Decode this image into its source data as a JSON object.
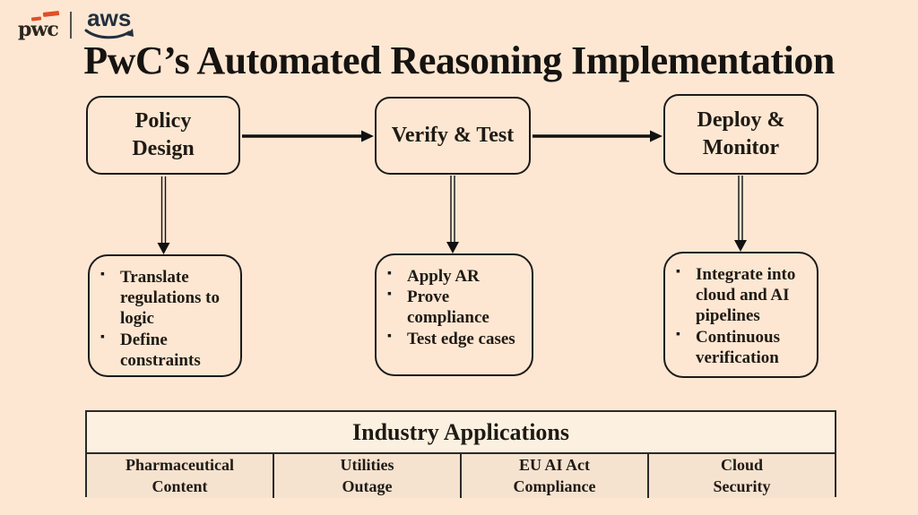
{
  "colors": {
    "background": "#fde7d2",
    "box_border": "#1b1b1b",
    "table_header_bg": "#fcf1e1",
    "table_cell_bg": "#f5e2cf",
    "pwc_orange": "#e04f27",
    "aws_dark": "#232f3e"
  },
  "logos": {
    "pwc_text": "pwc",
    "aws_text": "aws"
  },
  "title": "PwC’s Automated Reasoning Implementation",
  "stages": [
    {
      "label": "Policy\nDesign",
      "details": [
        "Translate regulations to logic",
        "Define constraints"
      ]
    },
    {
      "label": "Verify & Test",
      "details": [
        "Apply AR",
        "Prove compliance",
        "Test edge cases"
      ]
    },
    {
      "label": "Deploy &\nMonitor",
      "details": [
        "Integrate into cloud and AI pipelines",
        "Continuous verification"
      ]
    }
  ],
  "industry": {
    "title": "Industry Applications",
    "applications": [
      "Pharmaceutical\nContent",
      "Utilities\nOutage",
      "EU AI Act\nCompliance",
      "Cloud\nSecurity"
    ]
  }
}
